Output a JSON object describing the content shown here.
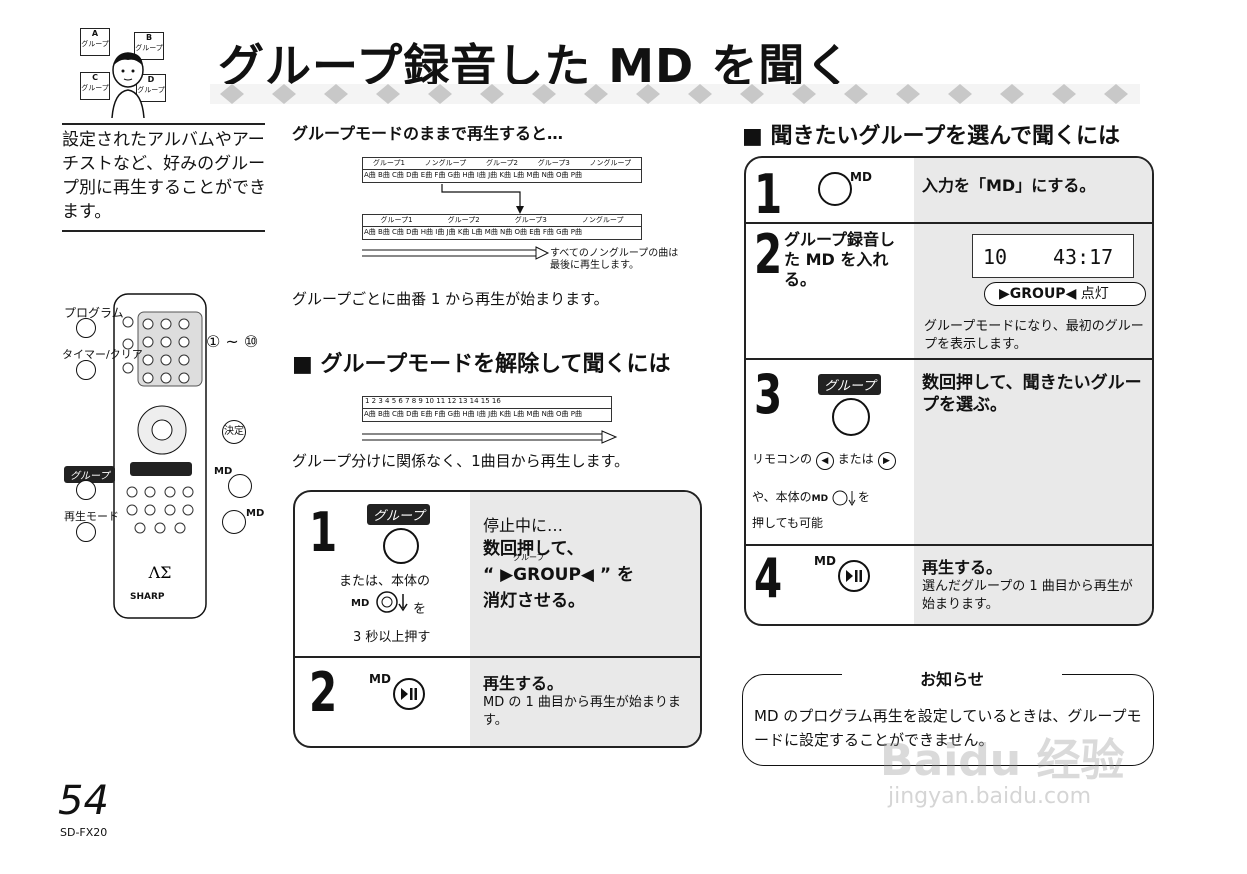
{
  "title": "グループ録音した MD を聞く",
  "icon": {
    "a_letter": "A",
    "b_letter": "B",
    "c_letter": "C",
    "d_letter": "D",
    "group_word": "グループ"
  },
  "intro": "設定されたアルバムやアーチストなど、好みのグループ別に再生することができます。",
  "section1": {
    "heading": "グループモードのままで再生すると…",
    "tape1_headers": [
      "グループ1",
      "ノングループ",
      "グループ2",
      "グループ3",
      "ノングループ"
    ],
    "tape1_tracks": "A曲 B曲 C曲 D曲 E曲 F曲 G曲 H曲 I曲 J曲 K曲 L曲 M曲 N曲 O曲 P曲",
    "tape2_headers": [
      "グループ1",
      "グループ2",
      "グループ3",
      "ノングループ"
    ],
    "tape2_tracks": "A曲 B曲 C曲 D曲 H曲 I曲 J曲 K曲 L曲 M曲 N曲 O曲 E曲 F曲 G曲 P曲",
    "nongroup_note": "すべてのノングループの曲は最後に再生します。",
    "caption": "グループごとに曲番 1 から再生が始まります。"
  },
  "section2": {
    "heading": "■ グループモードを解除して聞くには",
    "tape_numbers": "1 2 3 4 5 6 7 8 9 10 11 12 13 14 15 16",
    "tape_tracks": "A曲 B曲 C曲 D曲 E曲 F曲 G曲 H曲 I曲 J曲 K曲 L曲 M曲 N曲 O曲 P曲",
    "caption": "グループ分けに関係なく、1曲目から再生します。",
    "step1": {
      "num": "1",
      "button": "グループ",
      "alt1": "または、本体の",
      "alt2": "MD",
      "alt3": "を",
      "alt4": "3 秒以上押す",
      "line1": "停止中に…",
      "line2": "数回押して、",
      "ruby": "グループ",
      "line3": "“ ▶GROUP◀ ” を",
      "line4": "消灯させる。"
    },
    "step2": {
      "num": "2",
      "md": "MD",
      "head": "再生する。",
      "text": "MD の 1 曲目から再生が始まります。"
    }
  },
  "remote": {
    "program": "プログラム",
    "timer": "タイマー/クリア",
    "range": "① ~ ⑩",
    "enter": "決定",
    "group": "グループ",
    "playmode": "再生モード",
    "md1": "MD",
    "md2": "MD",
    "brand": "SHARP"
  },
  "right": {
    "heading": "■ 聞きたいグループを選んで聞くには",
    "step1": {
      "num": "1",
      "md": "MD",
      "text": "入力を「MD」にする。"
    },
    "step2": {
      "num": "2",
      "text": "グループ録音した MD を入れる。",
      "lcd_left": "10",
      "lcd_right": "43:17",
      "badge": "▶GROUP◀",
      "badge_suffix": "点灯",
      "desc": "グループモードになり、最初のグループを表示します。"
    },
    "step3": {
      "num": "3",
      "button": "グループ",
      "remote_note1": "リモコンの",
      "or": "または",
      "remote_note2": "や、本体の",
      "md": "MD",
      "wo": "を",
      "remote_note3": "押しても可能",
      "head": "数回押して、聞きたいグループを選ぶ。"
    },
    "step4": {
      "num": "4",
      "md": "MD",
      "head": "再生する。",
      "text": "選んだグループの 1 曲目から再生が始まります。"
    }
  },
  "notice": {
    "title": "お知らせ",
    "text": "MD のプログラム再生を設定しているときは、グループモードに設定することができません。"
  },
  "page_number": "54",
  "model": "SD-FX20",
  "watermark1": "Baidu 经验",
  "watermark2": "jingyan.baidu.com"
}
